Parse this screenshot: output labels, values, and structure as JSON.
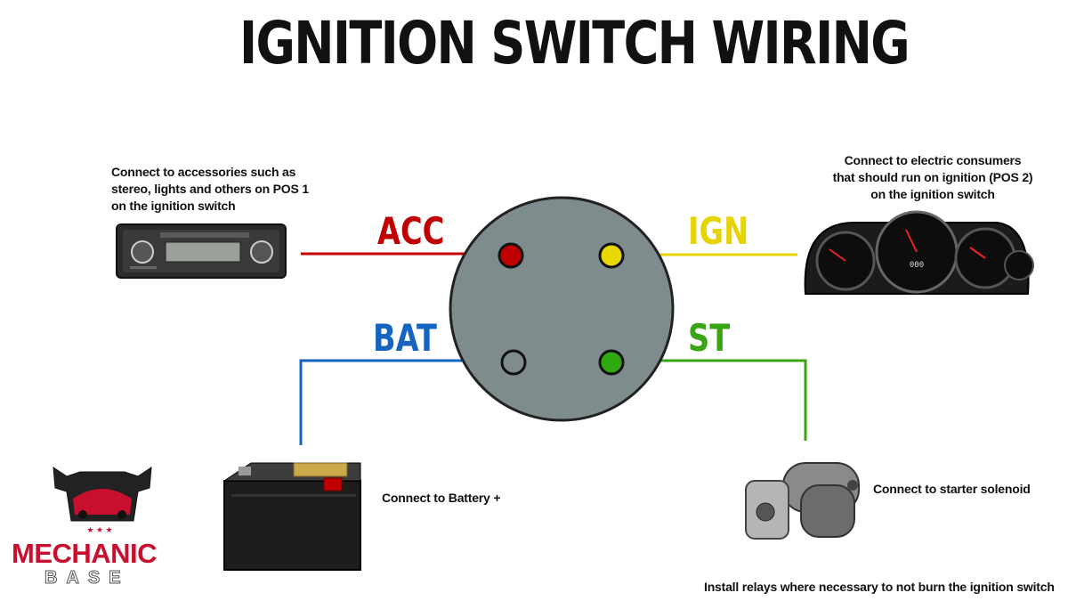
{
  "title": "IGNITION SWITCH WIRING",
  "pins": {
    "acc": {
      "label": "ACC",
      "color": "#c00000"
    },
    "ign": {
      "label": "IGN",
      "color": "#e5d400"
    },
    "bat": {
      "label": "BAT",
      "color": "#1565c0"
    },
    "st": {
      "label": "ST",
      "color": "#3aa514"
    }
  },
  "notes": {
    "acc_line1": "Connect to accessories such as",
    "acc_line2": "stereo, lights and others on POS 1",
    "acc_line3": "on the ignition switch",
    "ign_line1": "Connect to electric consumers",
    "ign_line2": "that should run on ignition (POS 2)",
    "ign_line3": "on the ignition switch",
    "bat": "Connect to Battery +",
    "st": "Connect to starter solenoid",
    "footer": "Install relays where necessary to not burn the ignition switch"
  },
  "logo": {
    "line1": "MECHANIC",
    "line2": "BASE"
  },
  "switch_color": "#7f8c8d"
}
